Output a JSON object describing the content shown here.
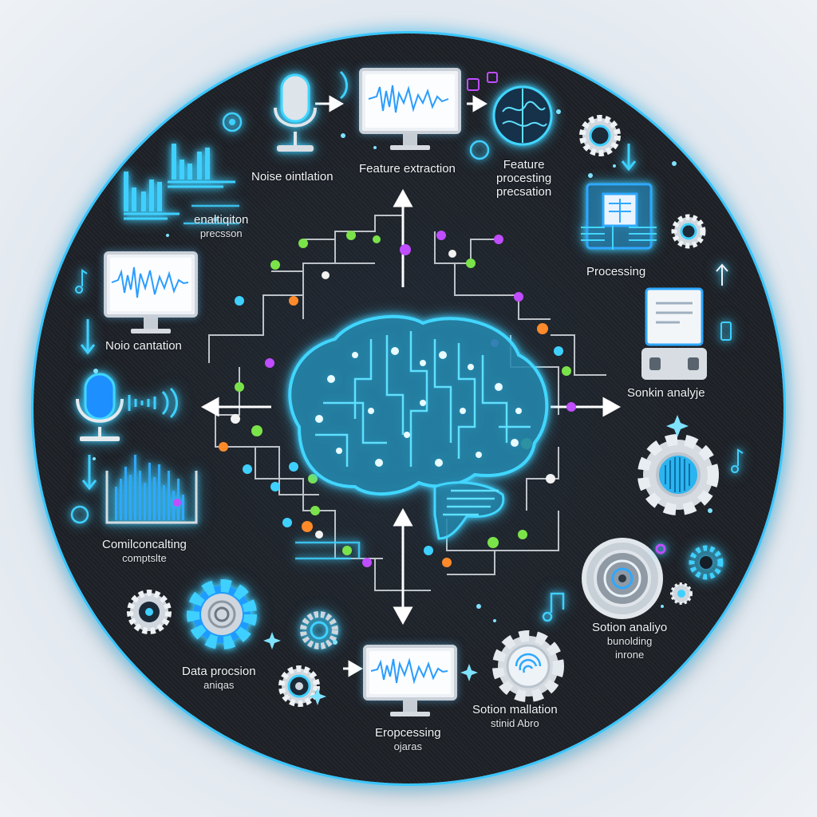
{
  "diagram": {
    "title": "Speech / audio AI processing pipeline (illustration)",
    "center": {
      "icon": "circuit-brain-icon"
    },
    "colors": {
      "background": "#e4eaf0",
      "disc": "#1f2227",
      "rim": "#39c6ff",
      "accent_cyan": "#3fd0ff",
      "node_green": "#7be34a",
      "node_purple": "#c04dff",
      "node_orange": "#ff8a2a",
      "node_white": "#f2f2f2"
    },
    "labels": {
      "top_left": {
        "line1": "Noise ointlation"
      },
      "top_center": {
        "line1": "Feature extraction"
      },
      "top_right": {
        "line1": "Feature",
        "line2": "procesting",
        "line3": "precsation"
      },
      "upper_left": {
        "line1": "enaltiqiton",
        "line2": "precsson"
      },
      "right_upper": {
        "line1": "Processing"
      },
      "left_middle": {
        "line1": "Noio cantation"
      },
      "right_middle": {
        "line1": "Sonkin analyje"
      },
      "left_lower": {
        "line1": "Comilconcalting",
        "line2": "comptslte"
      },
      "right_lower": {
        "line1": "Sotion analiyo",
        "line2": "bunolding",
        "line3": "inrone"
      },
      "bottom_left": {
        "line1": "Data procsion",
        "line2": "aniqas"
      },
      "bottom_center": {
        "line1": "Eropcessing",
        "line2": "ojaras"
      },
      "bottom_right": {
        "line1": "Sotion mallation",
        "line2": "stinid Abro"
      }
    },
    "icons": [
      "microphone-icon-top",
      "waveform-monitor-top",
      "brain-sphere-icon",
      "gear-icon-top-right",
      "circuit-chip-icon",
      "gear-icon-right",
      "bar-chart-icon",
      "waveform-monitor-left",
      "microphone-icon-left",
      "sound-waves-icon",
      "spectrum-chart-icon",
      "document-device-icon",
      "gear-filter-icon",
      "gear-spiral-icon",
      "gear-icon-bottom-left",
      "gear-blue-icon",
      "gear-small-icon",
      "waveform-monitor-bottom",
      "gear-fingerprint-icon",
      "music-note-icon"
    ],
    "arrows": [
      "right",
      "right",
      "up",
      "down",
      "left",
      "right",
      "down",
      "down",
      "updown",
      "left-into-bottom"
    ]
  }
}
